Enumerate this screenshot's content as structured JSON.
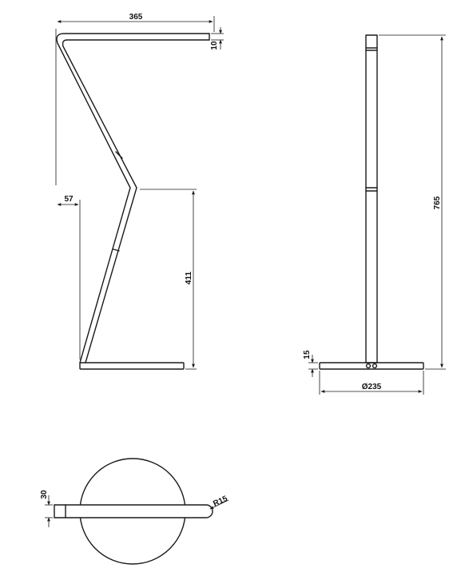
{
  "views": {
    "side": {
      "dimensions": {
        "top_width": "365",
        "end_thickness": "10",
        "offset": "57",
        "knee_height": "411"
      }
    },
    "front": {
      "dimensions": {
        "total_height": "765",
        "base_thickness": "15",
        "base_diameter": "Ø235"
      }
    },
    "plan": {
      "dimensions": {
        "bar_width": "30",
        "end_radius": "R15"
      }
    }
  }
}
